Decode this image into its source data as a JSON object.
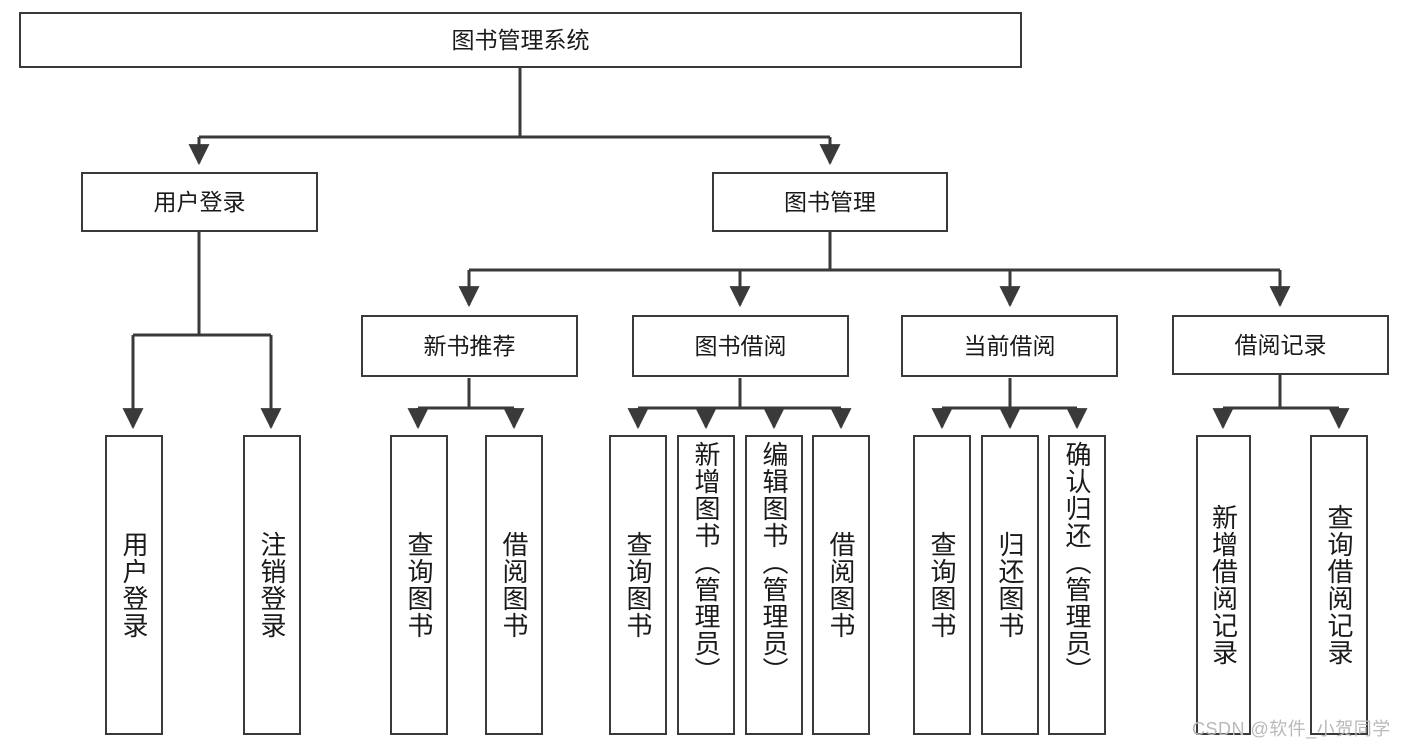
{
  "diagram": {
    "title": "图书管理系统",
    "type": "hierarchy-tree",
    "levels": 4
  },
  "nodes": {
    "root": {
      "label": "图书管理系统"
    },
    "level1": [
      {
        "id": "user-login",
        "label": "用户登录"
      },
      {
        "id": "book-management",
        "label": "图书管理"
      }
    ],
    "level2": [
      {
        "id": "new-book-recommend",
        "label": "新书推荐"
      },
      {
        "id": "book-borrow",
        "label": "图书借阅"
      },
      {
        "id": "current-borrow",
        "label": "当前借阅"
      },
      {
        "id": "borrow-record",
        "label": "借阅记录"
      }
    ],
    "leaves": {
      "user_login": [
        {
          "id": "leaf-user-login",
          "label": "用户登录"
        },
        {
          "id": "leaf-logout-login",
          "label": "注销登录"
        }
      ],
      "new_book_recommend": [
        {
          "id": "leaf-query-book-1",
          "label": "查询图书"
        },
        {
          "id": "leaf-borrow-book-1",
          "label": "借阅图书"
        }
      ],
      "book_borrow": [
        {
          "id": "leaf-query-book-2",
          "label": "查询图书"
        },
        {
          "id": "leaf-add-book-admin",
          "label": "新增图书（管理员）"
        },
        {
          "id": "leaf-edit-book-admin",
          "label": "编辑图书（管理员）"
        },
        {
          "id": "leaf-borrow-book-2",
          "label": "借阅图书"
        }
      ],
      "current_borrow": [
        {
          "id": "leaf-query-book-3",
          "label": "查询图书"
        },
        {
          "id": "leaf-return-book",
          "label": "归还图书"
        },
        {
          "id": "leaf-confirm-return-admin",
          "label": "确认归还（管理员）"
        }
      ],
      "borrow_record": [
        {
          "id": "leaf-add-borrow-record",
          "label": "新增借阅记录"
        },
        {
          "id": "leaf-query-borrow-record",
          "label": "查询借阅记录"
        }
      ]
    }
  },
  "watermark": {
    "text": "CSDN @软件_小贺同学"
  },
  "colors": {
    "stroke": "#3a3a3a",
    "background": "#ffffff",
    "text": "#1a1a1a",
    "watermark": "#b9b9b9"
  }
}
